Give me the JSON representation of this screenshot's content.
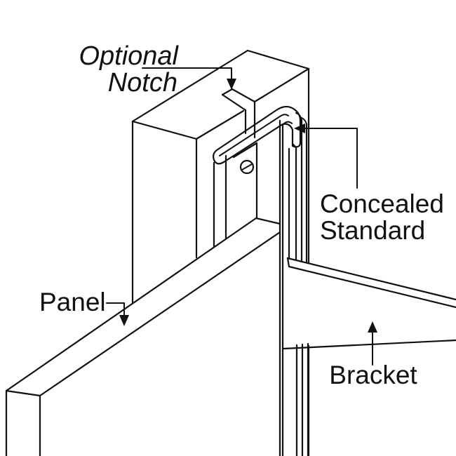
{
  "diagram": {
    "background_color": "#ffffff",
    "stroke_color": "#111111",
    "callouts": {
      "optional_notch": {
        "line1": "Optional",
        "line2": "Notch",
        "style": "italic",
        "arrow_direction": "down"
      },
      "concealed_standard": {
        "line1": "Concealed",
        "line2": "Standard",
        "arrow_direction": "left"
      },
      "panel": {
        "label": "Panel",
        "arrow_direction": "down"
      },
      "bracket": {
        "label": "Bracket",
        "arrow_direction": "up"
      }
    }
  }
}
